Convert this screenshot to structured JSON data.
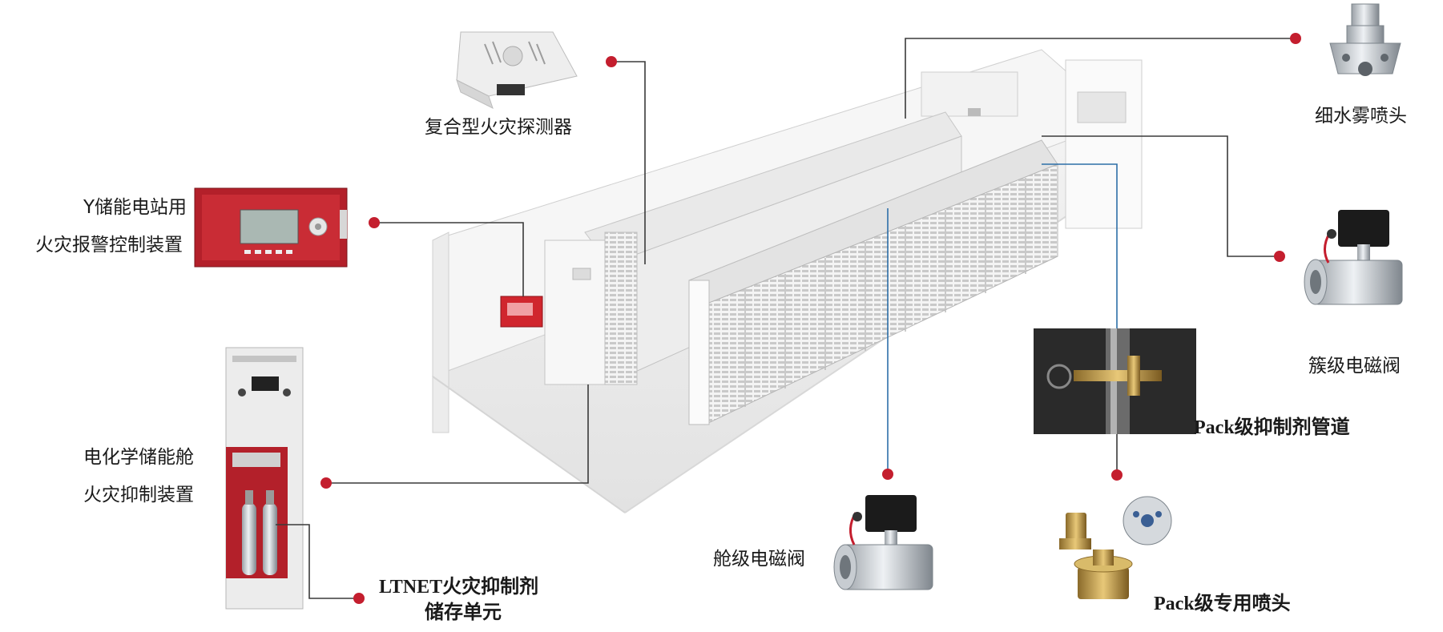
{
  "labels": {
    "detector": "复合型火灾探测器",
    "fine_mist": "细水雾喷头",
    "alarm_line1": "Y储能电站用",
    "alarm_line2": "火灾报警控制装置",
    "cluster_valve": "簇级电磁阀",
    "pack_pipe": "Pack级抑制剂管道",
    "suppression_line1": "电化学储能舱",
    "suppression_line2": "火灾抑制装置",
    "storage_line1": "LTNET火灾抑制剂",
    "storage_line2": "储存单元",
    "cabin_valve": "舱级电磁阀",
    "pack_nozzle": "Pack级专用喷头"
  },
  "colors": {
    "marker": "#c41e2e",
    "leader_line": "#3a3a3a",
    "pipe_line": "#2d6fa8",
    "panel_red": "#b3202a"
  }
}
